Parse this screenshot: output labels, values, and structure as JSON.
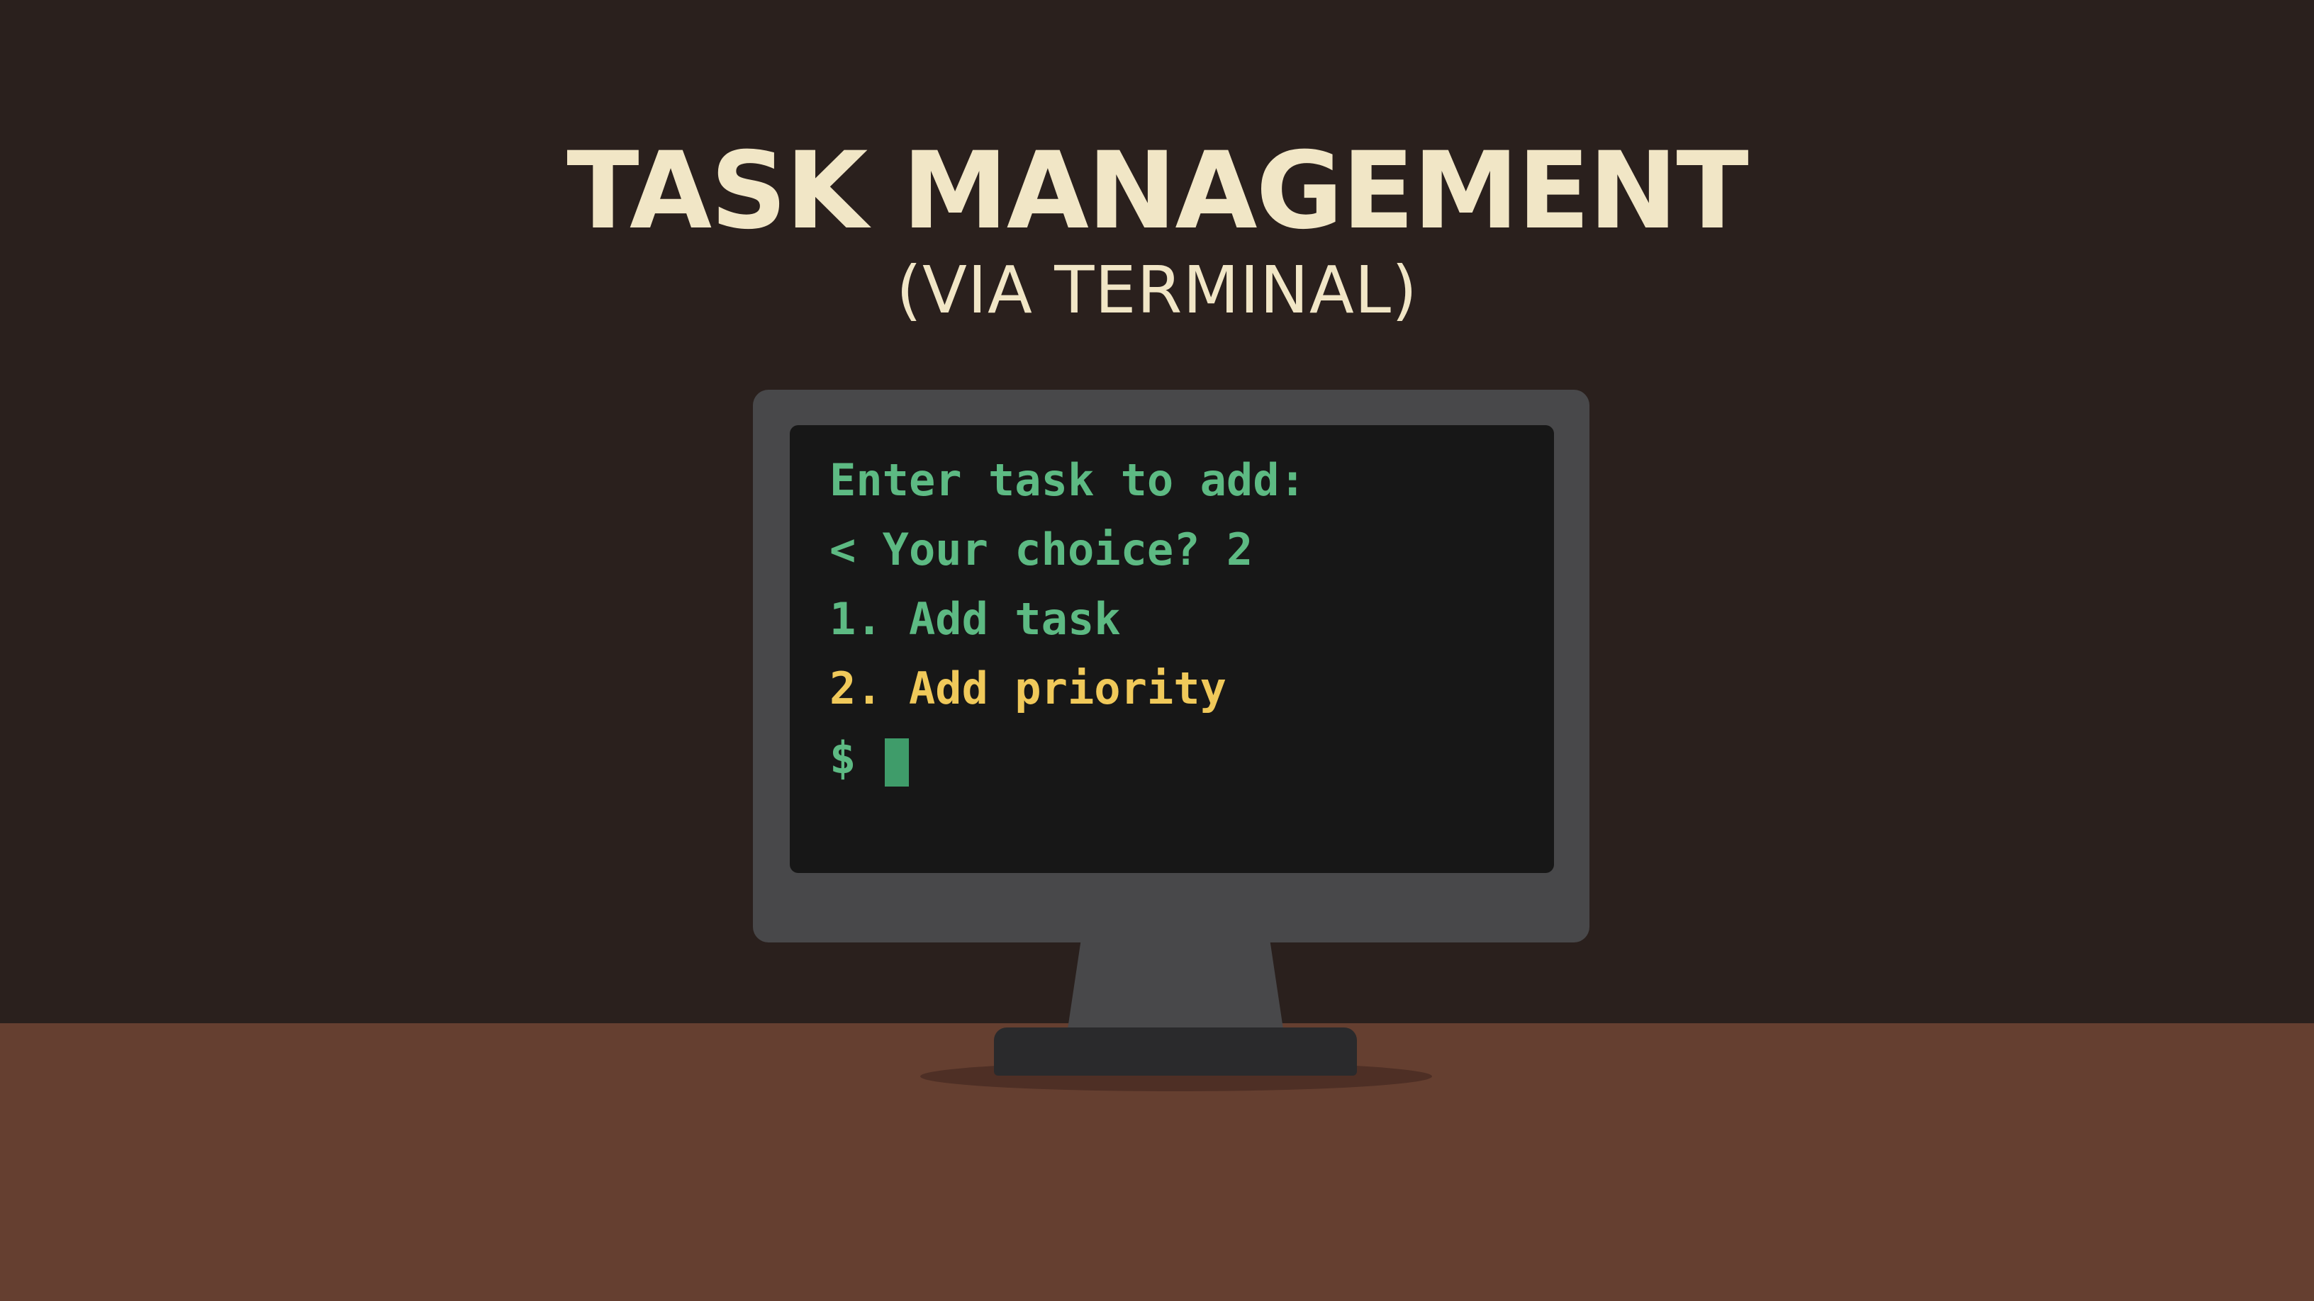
{
  "heading": {
    "title": "TASK MANAGEMENT",
    "subtitle": "(VIA TERMINAL)"
  },
  "terminal": {
    "lines": [
      "Enter task to add:",
      "< Your choice? 2",
      "1. Add task",
      "2. Add priority",
      "$"
    ]
  },
  "colors": {
    "wall": "#2a201d",
    "desk": "#653f30",
    "heading_text": "#f1e6c6",
    "monitor_frame": "#48484a",
    "screen": "#171717",
    "terminal_green": "#5dba83",
    "terminal_yellow": "#f0c95a",
    "cursor": "#3f9c6a"
  },
  "icons": {
    "display": "monitor-icon",
    "cursor": "block-cursor-icon"
  }
}
